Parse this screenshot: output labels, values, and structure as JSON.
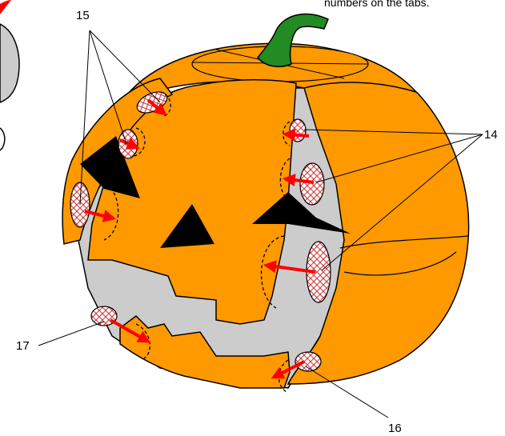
{
  "note_text": "numbers on the tabs.",
  "labels": {
    "l15": "15",
    "l14": "14",
    "l17": "17",
    "l16": "16"
  },
  "colors": {
    "pumpkin": "#ff9900",
    "stem": "#228b22",
    "gray": "#cccccc",
    "tab_hatch": "#cc3333",
    "arrow": "#ff0000",
    "face": "#000000",
    "corner_red": "#ff0000"
  },
  "icon_names": [
    "pumpkin-assembly",
    "red-arrow",
    "hatched-tab",
    "dashed-tab-slot"
  ]
}
